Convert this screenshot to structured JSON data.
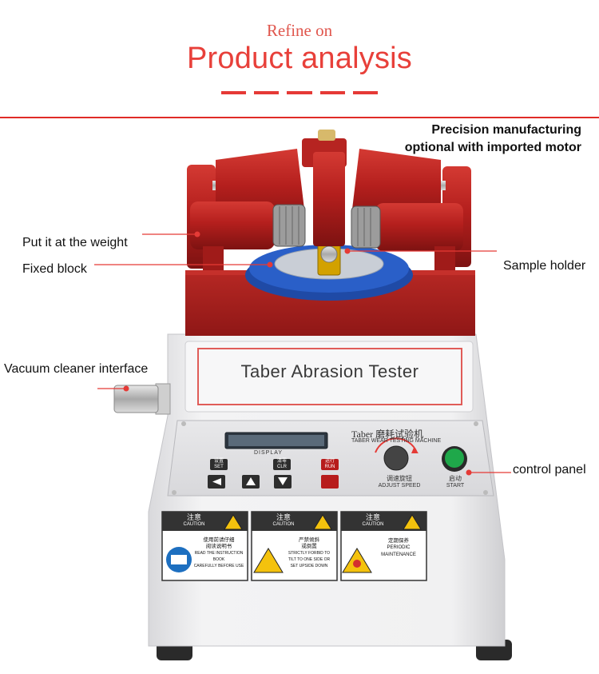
{
  "header": {
    "subtitle": "Refine on",
    "title": "Product analysis"
  },
  "callouts": {
    "precision_line1": "Precision manufacturing",
    "precision_line2": "optional with imported motor",
    "weight": "Put it at the weight",
    "fixed_block": "Fixed block",
    "sample_holder": "Sample holder",
    "vacuum": "Vacuum cleaner interface",
    "control_panel": "control panel"
  },
  "machine": {
    "front_label": "Taber Abrasion Tester",
    "panel_title_cn": "Taber 磨耗试验机",
    "panel_title_en": "TABER WEAR TESTING MACHINE",
    "display_label": "DISPLAY",
    "buttons": [
      {
        "cn": "设置",
        "en": "SET"
      },
      {
        "cn": "清零",
        "en": "CLR"
      },
      {
        "cn": "运行",
        "en": "RUN"
      }
    ],
    "knob_cn": "调速旋钮",
    "knob_en": "ADJUST SPEED",
    "start_cn": "启动",
    "start_en": "START",
    "warnings": [
      {
        "head_cn": "注意",
        "head_en": "CAUTION",
        "line1": "使用前请仔细",
        "line2": "阅读说明书",
        "line3": "READ THE INSTRUCTION BOOK",
        "line4": "CAREFULLY BEFORE USE"
      },
      {
        "head_cn": "注意",
        "head_en": "CAUTION",
        "line1": "严禁倾斜",
        "line2": "或倒置",
        "line3": "STRICTLY FORBID TO",
        "line4": "TILT TO ONE SIDE OR",
        "line5": "SET UPSIDE DOWN"
      },
      {
        "head_cn": "注意",
        "head_en": "CAUTION",
        "line1": "定期保养",
        "line2": "PERIODIC",
        "line3": "MAINTENANCE"
      }
    ]
  },
  "colors": {
    "accent": "#e53a36",
    "machine_red": "#b8201f",
    "blue_disc": "#2a56b8",
    "body": "#eeeeef"
  }
}
